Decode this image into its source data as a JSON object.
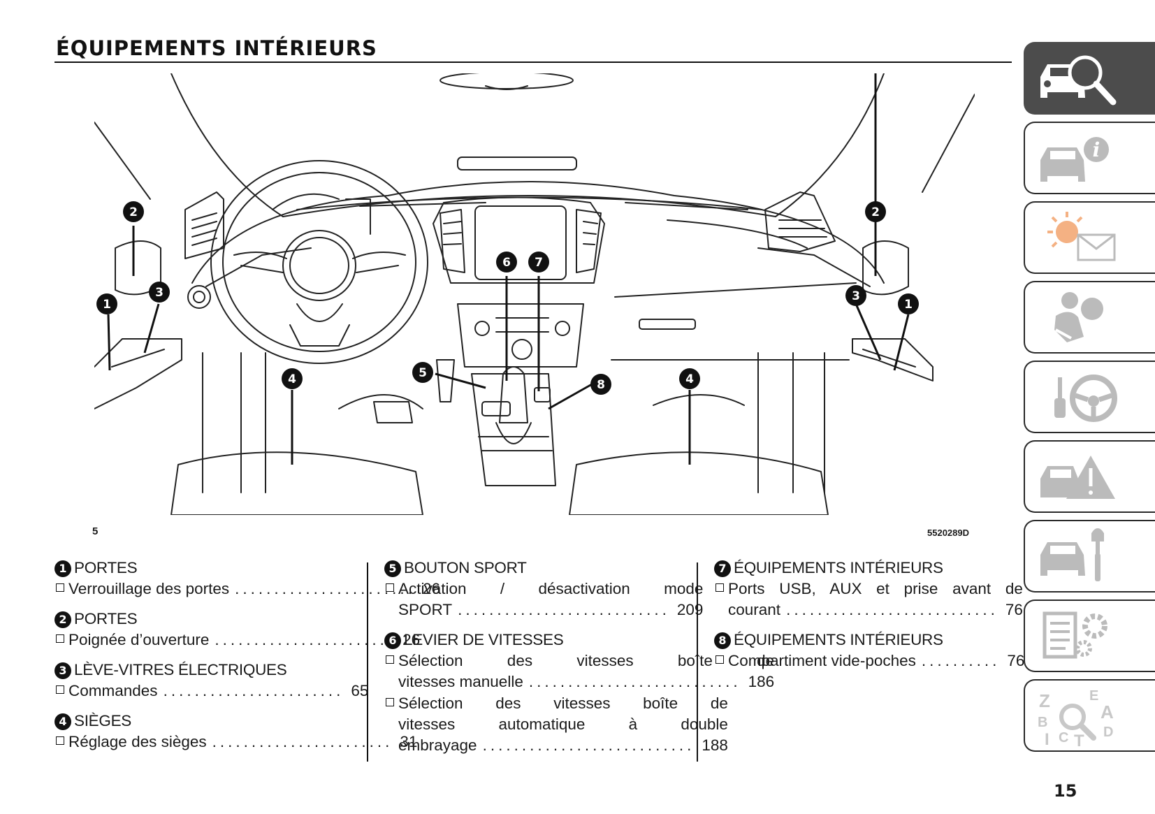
{
  "header": {
    "title": "ÉQUIPEMENTS INTÉRIEURS"
  },
  "figure": {
    "number": "5",
    "code": "5520289D",
    "callouts": [
      "1",
      "2",
      "3",
      "4",
      "5",
      "6",
      "7",
      "8"
    ]
  },
  "sections": [
    {
      "num": "1",
      "title": "PORTES",
      "items": [
        {
          "lines": [
            "Verrouillage des portes"
          ],
          "page": "26"
        }
      ]
    },
    {
      "num": "2",
      "title": "PORTES",
      "items": [
        {
          "lines": [
            "Poignée d’ouverture"
          ],
          "page": "26"
        }
      ]
    },
    {
      "num": "3",
      "title": "LÈVE-VITRES ÉLECTRIQUES",
      "items": [
        {
          "lines": [
            "Commandes"
          ],
          "page": "65"
        }
      ]
    },
    {
      "num": "4",
      "title": "SIÈGES",
      "items": [
        {
          "lines": [
            "Réglage des sièges"
          ],
          "page": "31"
        }
      ]
    },
    {
      "num": "5",
      "title": "BOUTON SPORT",
      "items": [
        {
          "lines": [
            "Activation / désactivation mode",
            "SPORT"
          ],
          "page": "209"
        }
      ]
    },
    {
      "num": "6",
      "title": "LEVIER DE VITESSES",
      "items": [
        {
          "lines": [
            "Sélection des vitesses boîte de",
            "vitesses manuelle"
          ],
          "page": "186"
        },
        {
          "lines": [
            "Sélection des vitesses boîte de",
            "vitesses automatique à double",
            "embrayage"
          ],
          "page": "188"
        }
      ]
    },
    {
      "num": "7",
      "title": "ÉQUIPEMENTS INTÉRIEURS",
      "items": [
        {
          "lines": [
            "Ports USB, AUX et prise avant de",
            "courant"
          ],
          "page": "76"
        }
      ]
    },
    {
      "num": "8",
      "title": "ÉQUIPEMENTS INTÉRIEURS",
      "items": [
        {
          "lines": [
            "Compartiment vide-poches"
          ],
          "page": "76"
        }
      ]
    }
  ],
  "side_tabs": {
    "icons": [
      "car-search-icon",
      "car-info-icon",
      "light-message-icon",
      "airbag-icon",
      "key-steering-icon",
      "car-warning-icon",
      "car-tool-icon",
      "list-gear-icon",
      "alphabet-index-icon"
    ],
    "index_letters": [
      "Z",
      "E",
      "A",
      "B",
      "D",
      "I",
      "C",
      "T"
    ],
    "active_color": "#4c4c4c"
  },
  "page_number": "15"
}
